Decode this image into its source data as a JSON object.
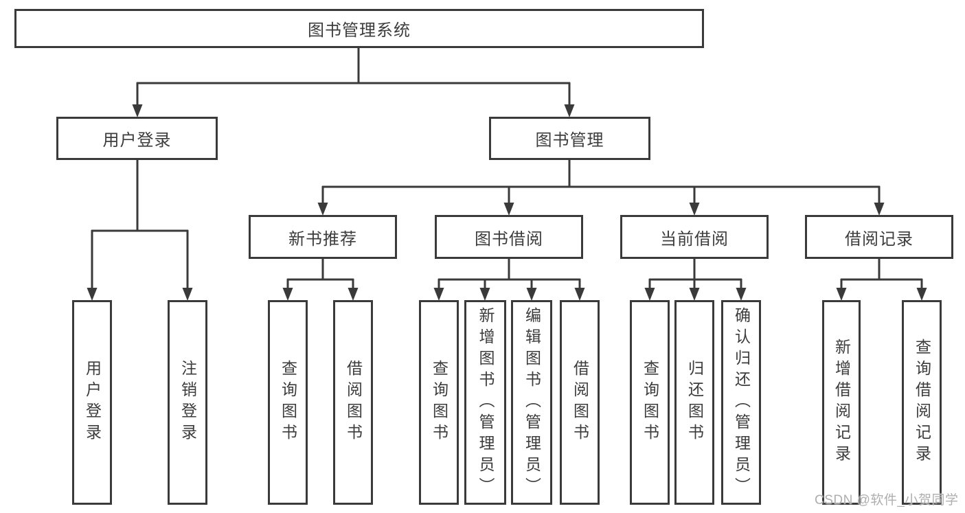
{
  "diagram": {
    "root": {
      "label": "图书管理系统"
    },
    "branches": [
      {
        "label": "用户登录",
        "children": [
          {
            "label": "用户登录"
          },
          {
            "label": "注销登录"
          }
        ]
      },
      {
        "label": "图书管理",
        "children": [
          {
            "label": "新书推荐",
            "children": [
              {
                "label": "查询图书"
              },
              {
                "label": "借阅图书"
              }
            ]
          },
          {
            "label": "图书借阅",
            "children": [
              {
                "label": "查询图书"
              },
              {
                "label": "新增图书（管理员）"
              },
              {
                "label": "编辑图书（管理员）"
              },
              {
                "label": "借阅图书"
              }
            ]
          },
          {
            "label": "当前借阅",
            "children": [
              {
                "label": "查询图书"
              },
              {
                "label": "归还图书"
              },
              {
                "label": "确认归还（管理员）"
              }
            ]
          },
          {
            "label": "借阅记录",
            "children": [
              {
                "label": "新增借阅记录"
              },
              {
                "label": "查询借阅记录"
              }
            ]
          }
        ]
      }
    ]
  },
  "watermark": {
    "text": "CSDN @软件_小贺同学"
  },
  "colors": {
    "line": "#3a3a3a",
    "ink": "#3c3c3c",
    "bg": "#ffffff",
    "watermark": "#aeaeae"
  }
}
